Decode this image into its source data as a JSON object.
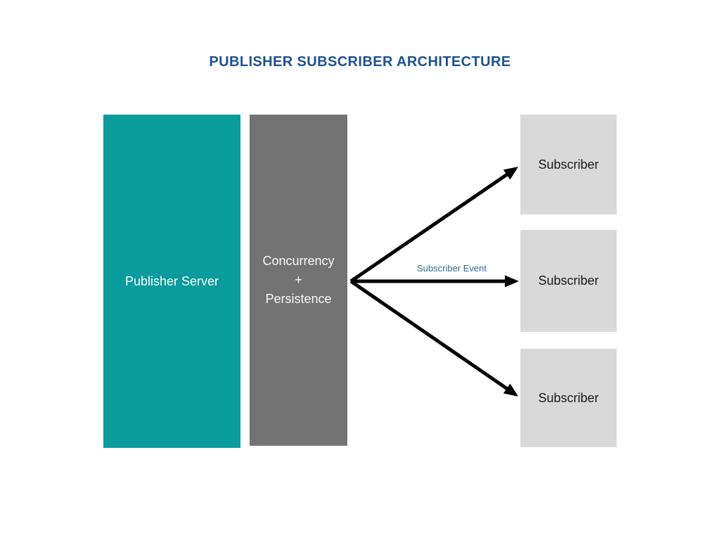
{
  "title": {
    "text": "PUBLISHER SUBSCRIBER ARCHITECTURE"
  },
  "publisher": {
    "label": "Publisher Server"
  },
  "middleware": {
    "lines": [
      "Concurrency",
      "+",
      "Persistence"
    ]
  },
  "subscribers": {
    "items": [
      {
        "label": "Subscriber"
      },
      {
        "label": "Subscriber"
      },
      {
        "label": "Subscriber"
      }
    ]
  },
  "arrows": {
    "event_label": "Subscriber Event",
    "count": 3
  },
  "colors": {
    "background": "#ffffff",
    "title_blue": "#1c5295",
    "publisher_teal": "#0a9b9d",
    "middleware_gray": "#737373",
    "subscriber_light_gray": "#d9d9d9",
    "event_label_blue": "#35699b",
    "arrow_black": "#000000"
  }
}
